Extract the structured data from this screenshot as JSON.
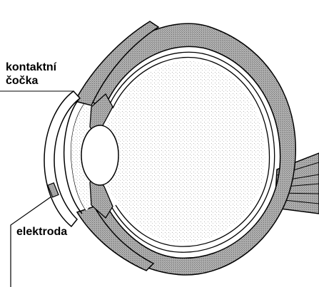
{
  "labels": {
    "contact_lens_line1": "kontaktní",
    "contact_lens_line2": "čočka",
    "electrode": "elektroda"
  },
  "colors": {
    "outline": "#000000",
    "sclera_fill": "#a0a0a0",
    "vitreous_dots": "#c8c8c8",
    "background": "#ffffff"
  }
}
